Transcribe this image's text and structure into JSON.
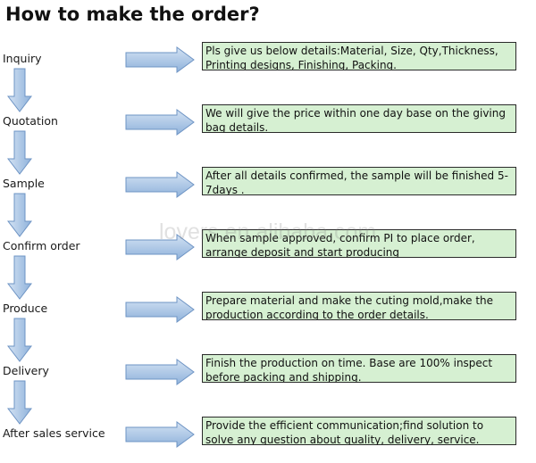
{
  "title": "How to make the order?",
  "watermark": "lovers.en.alibaba.com",
  "colors": {
    "arrow_fill_light": "#d3e2f3",
    "arrow_fill_dark": "#8fb2db",
    "arrow_stroke": "#6e94c4",
    "box_fill": "#d6f0d2",
    "box_border": "#2a2a2a"
  },
  "steps": [
    {
      "label": "Inquiry",
      "detail": "Pls give us below details:Material, Size, Qty,Thickness, Printing designs, Finishing, Packing."
    },
    {
      "label": "Quotation",
      "detail": "We will give the price within one day base on the giving bag details."
    },
    {
      "label": "Sample",
      "detail": "After all details confirmed, the sample will be finished 5-7days ."
    },
    {
      "label": "Confirm order",
      "detail": "When sample approved, confirm  PI to place order, arrange deposit and start producing"
    },
    {
      "label": "Produce",
      "detail": "Prepare material and make the cuting mold,make the production according to the order details."
    },
    {
      "label": "Delivery",
      "detail": "Finish the production on time. Base are 100% inspect before packing and shipping."
    },
    {
      "label": "After sales service",
      "detail": "Provide the efficient communication;find solution to solve any question about quality, delivery, service."
    }
  ]
}
